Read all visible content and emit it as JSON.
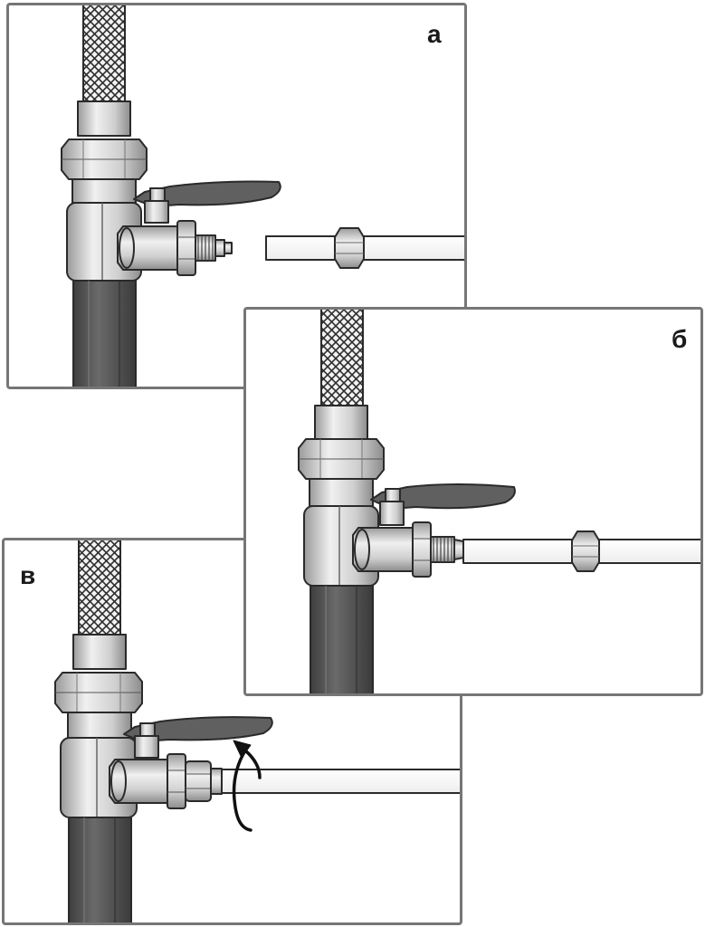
{
  "figure": {
    "panels": [
      {
        "id": "a",
        "label": "а"
      },
      {
        "id": "b",
        "label": "б"
      },
      {
        "id": "c",
        "label": "в"
      }
    ]
  },
  "colors": {
    "frame": "#767676",
    "outline": "#2a2a2a",
    "metal_light": "#e4e4e4",
    "metal_mid": "#bdbdbd",
    "pipe_dark": "#555555",
    "handle": "#606060",
    "braid": "#2e2e2e"
  },
  "icons": [
    "braided-hose",
    "union-nut",
    "tee-fitting",
    "ball-valve",
    "valve-handle",
    "nipple",
    "pipe",
    "compression-nut",
    "rotation-arrow-icon"
  ]
}
